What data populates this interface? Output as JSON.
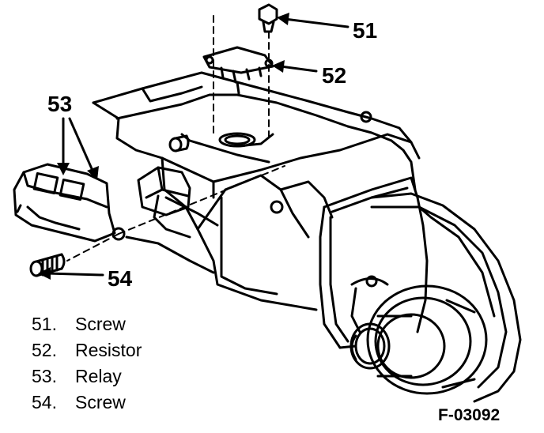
{
  "callouts": {
    "c51": "51",
    "c52": "52",
    "c53": "53",
    "c54": "54"
  },
  "legend": [
    {
      "num": "51.",
      "name": "Screw"
    },
    {
      "num": "52.",
      "name": "Resistor"
    },
    {
      "num": "53.",
      "name": "Relay"
    },
    {
      "num": "54.",
      "name": "Screw"
    }
  ],
  "figure_id": "F-03092"
}
